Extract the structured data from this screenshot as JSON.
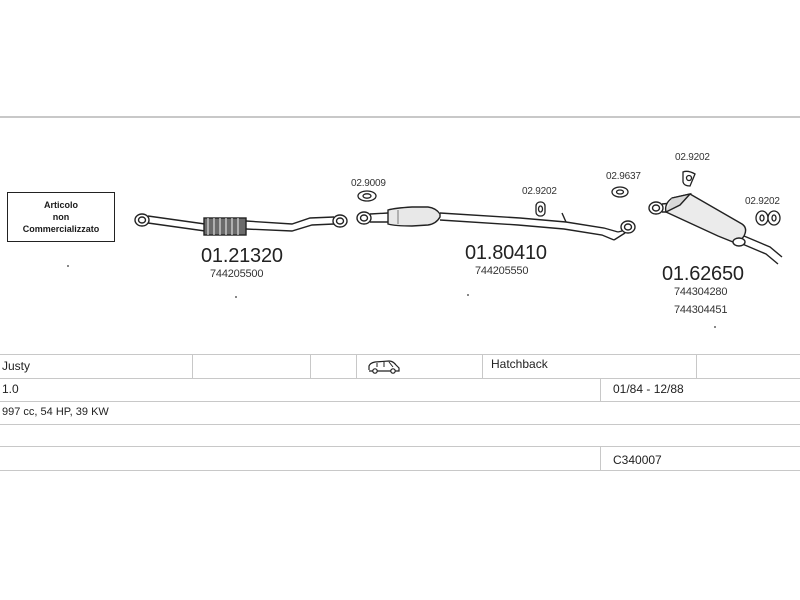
{
  "notice": {
    "line1": "Articolo",
    "line2": "non",
    "line3": "Commercializzato"
  },
  "parts": {
    "front_pipe": {
      "code": "01.21320",
      "oem": "744205500"
    },
    "center_silencer": {
      "code": "01.80410",
      "oem": "744205550"
    },
    "rear_silencer": {
      "code": "01.62650",
      "oem1": "744304280",
      "oem2": "744304451"
    }
  },
  "clips": {
    "gasket": "02.9009",
    "hanger_center": "02.9202",
    "ring_center": "02.9637",
    "hanger_rear_top": "02.9202",
    "hanger_rear_right": "02.9202"
  },
  "vehicle": {
    "model": "Justy",
    "body_icon": "car-van-icon",
    "body_type": "Hatchback",
    "engine": "1.0",
    "years": "01/84 - 12/88",
    "specs": "997 cc, 54 HP, 39 KW",
    "catalog_code": "C340007"
  }
}
